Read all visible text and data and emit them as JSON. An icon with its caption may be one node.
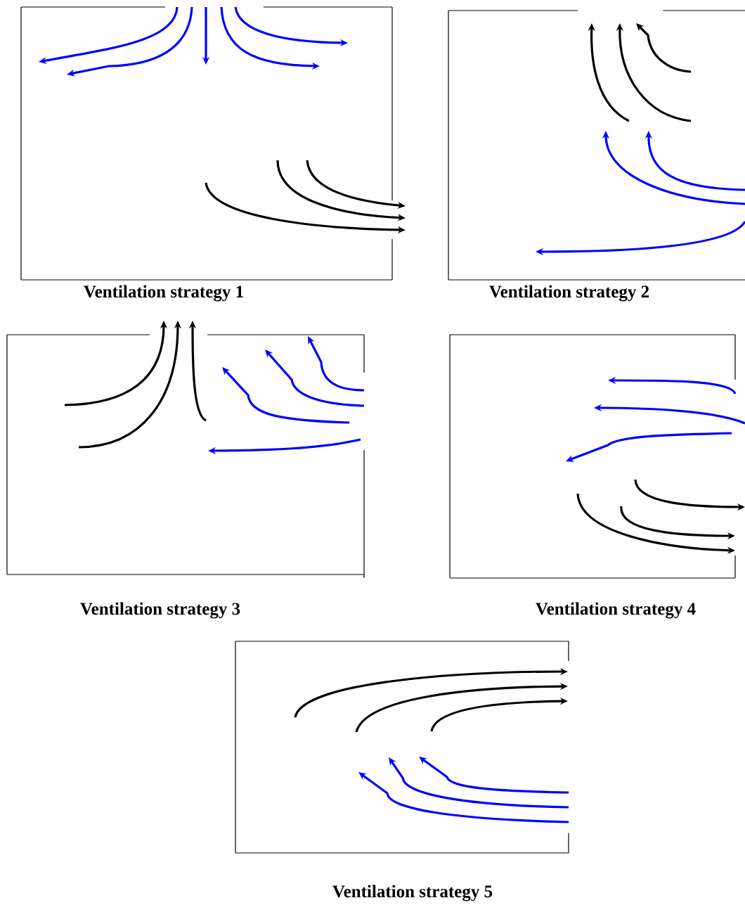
{
  "diagram": {
    "nodes": [
      {
        "text": [
          "Ventilation strategy 1"
        ]
      },
      {
        "text": [
          "Ventilation strategy 2"
        ]
      },
      {
        "text": [
          "Ventilation strategy 3"
        ]
      },
      {
        "text": [
          "Ventilation strategy 4"
        ]
      },
      {
        "text": [
          "Ventilation strategy 5"
        ]
      }
    ]
  }
}
